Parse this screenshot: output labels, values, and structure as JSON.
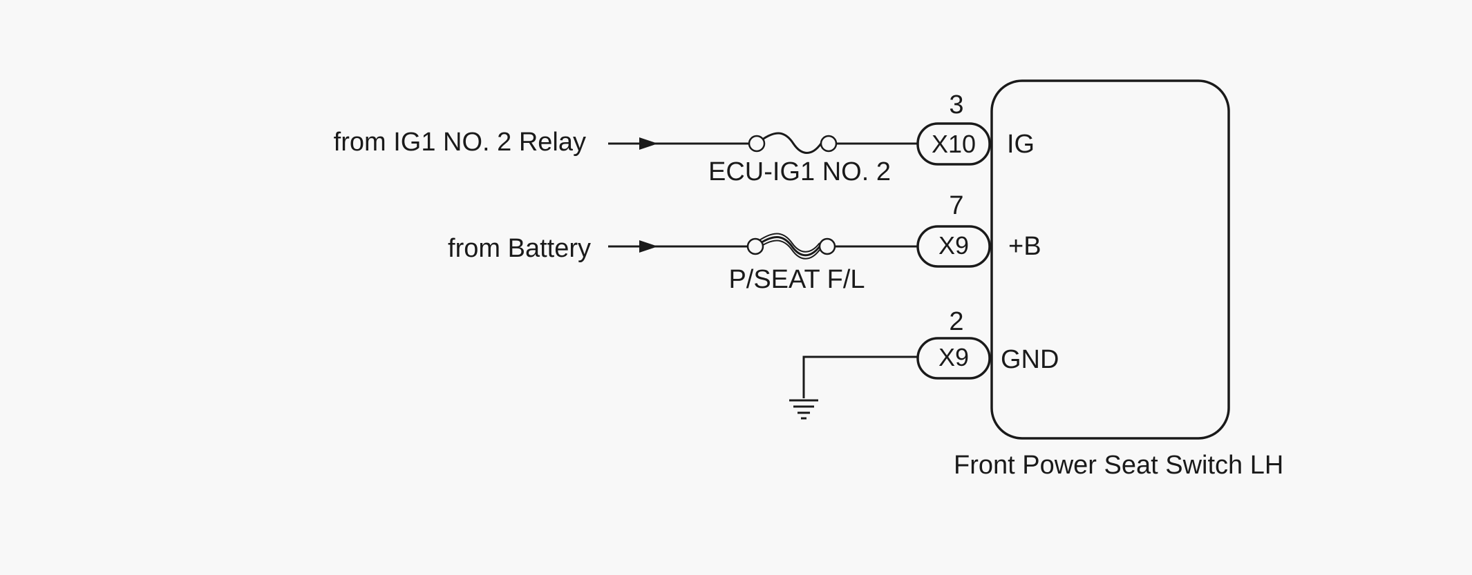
{
  "component": {
    "name": "Front Power Seat Switch LH"
  },
  "circuits": [
    {
      "source": "from IG1 NO. 2 Relay",
      "fuse": "ECU-IG1 NO. 2",
      "pin": "3",
      "connector": "X10",
      "terminal": "IG"
    },
    {
      "source": "from Battery",
      "fuse": "P/SEAT F/L",
      "pin": "7",
      "connector": "X9",
      "terminal": "+B"
    },
    {
      "source": "",
      "fuse": "",
      "pin": "2",
      "connector": "X9",
      "terminal": "GND"
    }
  ],
  "icons": {
    "arrow": "arrow-right-icon",
    "fuse": "fuse-icon",
    "fusible_link": "fusible-link-icon",
    "ground": "ground-icon"
  }
}
